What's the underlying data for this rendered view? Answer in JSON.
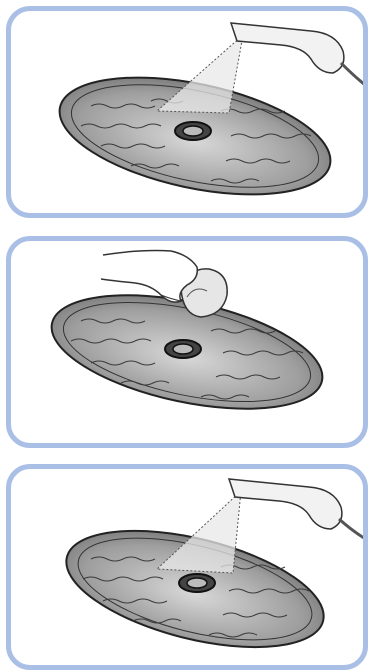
{
  "steps": [
    {
      "illustration": "spray-nozzle-icon",
      "action": "spray"
    },
    {
      "illustration": "cloth-wipe-icon",
      "action": "wipe"
    },
    {
      "illustration": "spray-nozzle-icon",
      "action": "spray"
    }
  ],
  "colors": {
    "panel_border": "#a9bfe6",
    "disc_fill": "#9a9a9a",
    "disc_dark": "#6f6f6f",
    "line": "#222222"
  }
}
